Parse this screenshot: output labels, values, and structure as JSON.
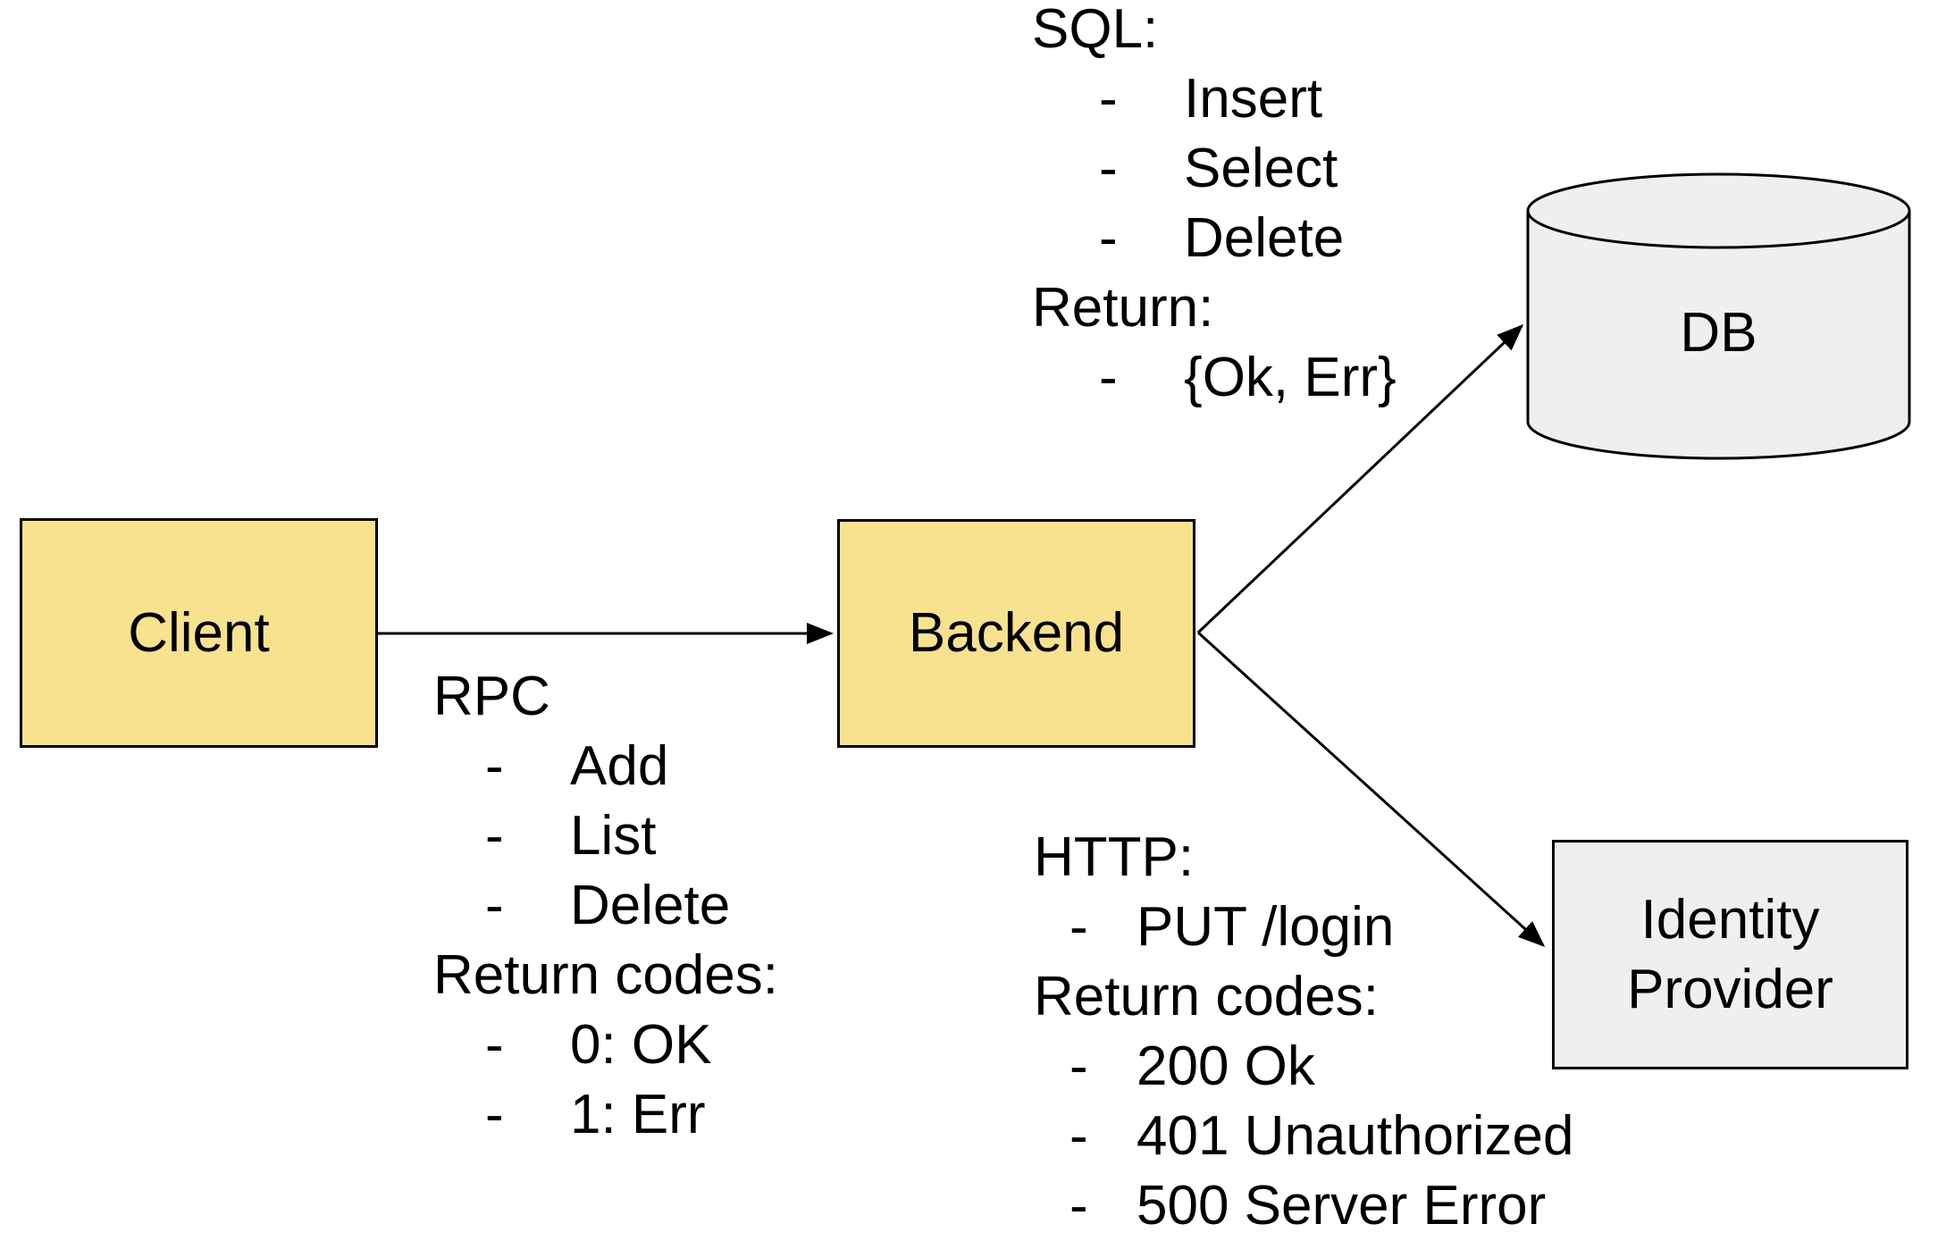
{
  "nodes": {
    "client": {
      "label": "Client"
    },
    "backend": {
      "label": "Backend"
    },
    "db": {
      "label": "DB"
    },
    "identity_provider": {
      "label": "Identity Provider"
    }
  },
  "annotations": {
    "rpc": {
      "heading1": "RPC",
      "items1": [
        "Add",
        "List",
        "Delete"
      ],
      "heading2": "Return codes:",
      "items2": [
        "0: OK",
        "1: Err"
      ]
    },
    "sql": {
      "heading1": "SQL:",
      "items1": [
        "Insert",
        "Select",
        "Delete"
      ],
      "heading2": "Return:",
      "items2": [
        "{Ok, Err}"
      ]
    },
    "http": {
      "heading1": "HTTP:",
      "items1": [
        "PUT /login"
      ],
      "heading2": "Return codes:",
      "items2": [
        "200 Ok",
        "401 Unauthorized",
        "500 Server Error"
      ]
    }
  },
  "bullet": "-",
  "colors": {
    "node_fill_yellow": "#f8e28f",
    "node_fill_gray": "#efefef",
    "stroke": "#000000"
  }
}
